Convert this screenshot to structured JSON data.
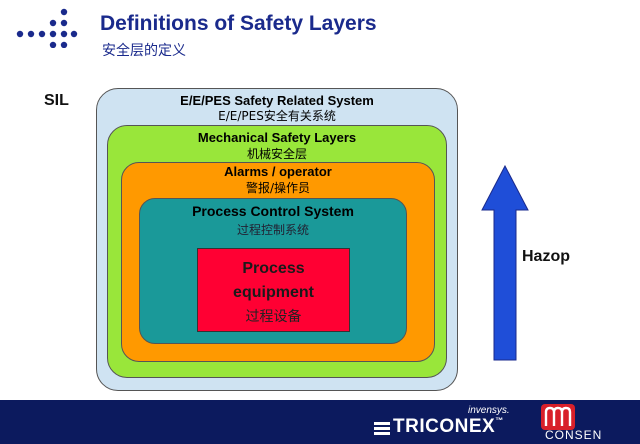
{
  "header": {
    "title_en": "Definitions of Safety Layers",
    "title_zh": "安全层的定义"
  },
  "sil_label": "SIL",
  "layers": [
    {
      "en": "E/E/PES Safety Related System",
      "zh": "E/E/PES安全有关系统",
      "color": "#cfe3f2"
    },
    {
      "en": "Mechanical Safety Layers",
      "zh": "机械安全层",
      "color": "#99e63a"
    },
    {
      "en": "Alarms / operator",
      "zh": "警报/操作员",
      "color": "#ff9900"
    },
    {
      "en": "Process Control System",
      "zh": "过程控制系统",
      "color": "#1a9999"
    }
  ],
  "core": {
    "en_line1": "Process",
    "en_line2": "equipment",
    "zh": "过程设备",
    "color": "#ff0033"
  },
  "arrow_label": "Hazop",
  "footer": {
    "invensys": "invensys.",
    "triconex": "TRICONEX",
    "trademark": "™",
    "consen": "CONSEN"
  }
}
